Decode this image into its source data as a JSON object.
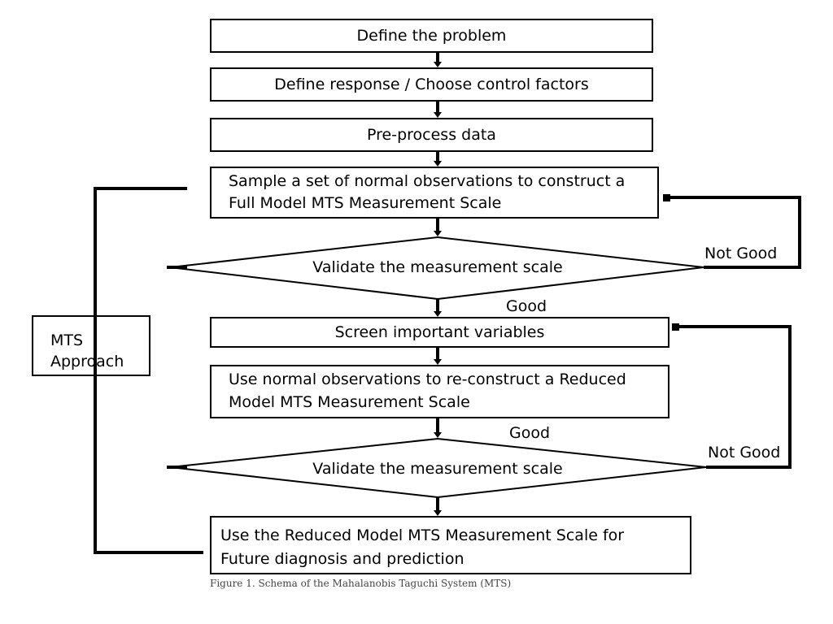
{
  "steps": {
    "define_problem": "Define the problem",
    "define_response": "Define response / Choose control factors",
    "preprocess": "Pre-process data",
    "sample_line1": "Sample a set of normal observations to construct a",
    "sample_line2": "Full Model MTS Measurement Scale",
    "validate_1": "Validate the measurement scale",
    "screen": "Screen important variables",
    "reconstruct_line1": "Use normal observations to re-construct a Reduced",
    "reconstruct_line2": "Model MTS Measurement Scale",
    "validate_2": "Validate the measurement scale",
    "use_line1": "Use the Reduced Model MTS Measurement Scale for",
    "use_line2": "Future diagnosis and prediction"
  },
  "labels": {
    "not_good_1": "Not Good",
    "good_1": "Good",
    "good_2": "Good",
    "not_good_2": "Not Good",
    "approach_line1": "MTS",
    "approach_line2": "Approach"
  },
  "caption": "Figure 1. Schema of the Mahalanobis Taguchi System (MTS)"
}
